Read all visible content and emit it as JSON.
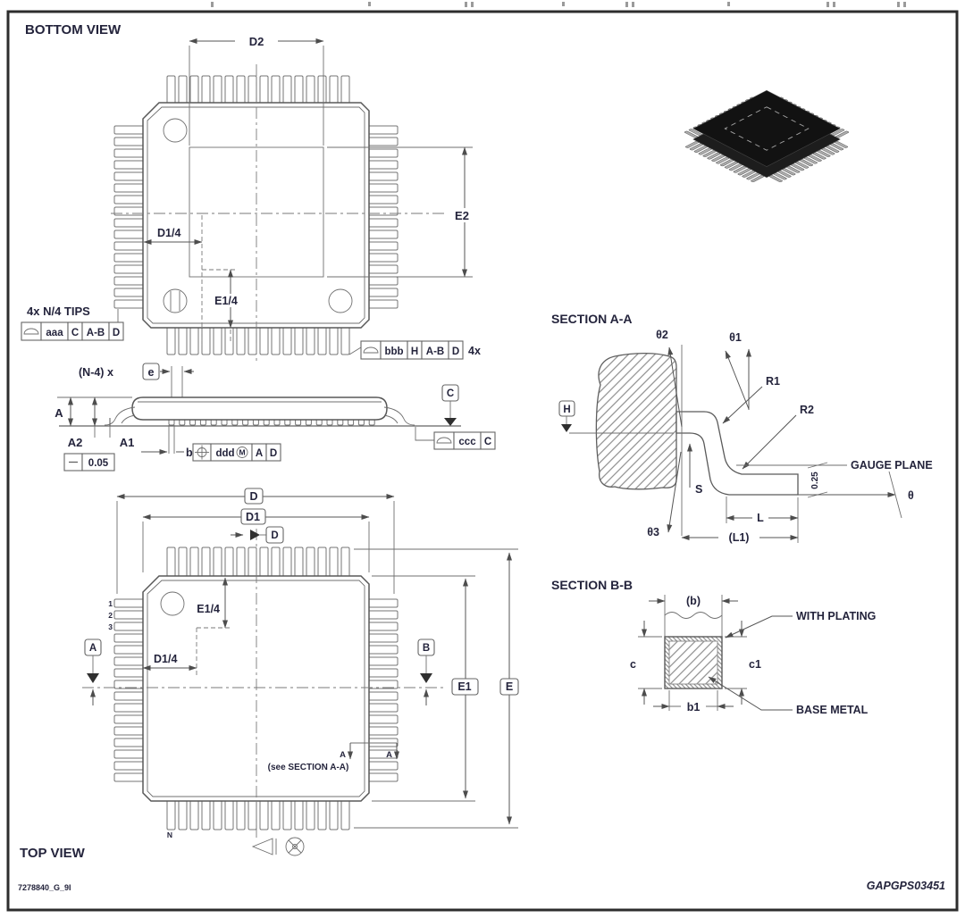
{
  "page": {
    "doc_id": "7278840_G_9I",
    "code": "GAPGPS03451"
  },
  "bottom_view": {
    "title": "BOTTOM VIEW",
    "dim_d2": "D2",
    "dim_e2": "E2",
    "dim_d1_4": "D1/4",
    "dim_e1_4": "E1/4",
    "tips_note": "4x N/4 TIPS",
    "fcf_aaa": {
      "tolerance": "aaa",
      "datum_1": "C",
      "datum_2": "A-B",
      "datum_3": "D"
    },
    "fcf_bbb": {
      "tolerance": "bbb",
      "datum_1": "H",
      "datum_2": "A-B",
      "datum_3": "D",
      "qty": "4x"
    }
  },
  "side_view": {
    "lead_count_note": "(N-4) x",
    "pitch": "e",
    "dim_a": "A",
    "dim_a1": "A1",
    "dim_a2": "A2",
    "dim_b": "b",
    "flatness": "0.05",
    "fcf_ddd": {
      "tolerance": "ddd",
      "modifier": "M",
      "datum_1": "A",
      "datum_2": "D"
    },
    "datum_c": "C",
    "fcf_ccc": {
      "tolerance": "ccc",
      "datum_1": "C"
    }
  },
  "top_view": {
    "title": "TOP VIEW",
    "dim_d": "D",
    "dim_d1": "D1",
    "dim_e": "E",
    "dim_e1": "E1",
    "dim_e1_4": "E1/4",
    "dim_d1_4": "D1/4",
    "datum_a": "A",
    "datum_b": "B",
    "datum_d": "D",
    "pin_1": "1",
    "pin_2": "2",
    "pin_3": "3",
    "pin_n": "N",
    "section_note": "(see SECTION A-A)",
    "section_label": "A"
  },
  "section_aa": {
    "title": "SECTION A-A",
    "theta1": "θ1",
    "theta2": "θ2",
    "theta3": "θ3",
    "r1": "R1",
    "r2": "R2",
    "s": "S",
    "l": "L",
    "l1": "(L1)",
    "gauge_plane": "GAUGE PLANE",
    "gauge_offset": "0.25",
    "theta": "θ",
    "datum_h": "H"
  },
  "section_bb": {
    "title": "SECTION B-B",
    "b": "(b)",
    "c": "c",
    "c1": "c1",
    "b1": "b1",
    "with_plating": "WITH PLATING",
    "base_metal": "BASE METAL"
  }
}
